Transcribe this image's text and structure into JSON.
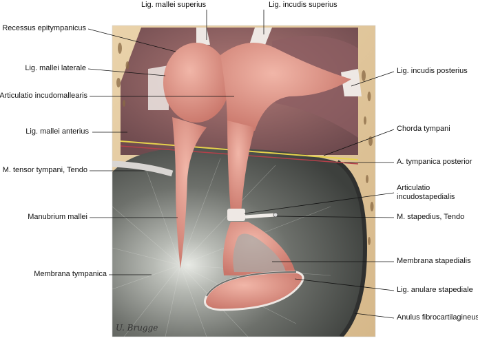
{
  "labels_top": {
    "lig_mallei_superius": "Lig. mallei superius",
    "lig_incudis_superius": "Lig. incudis superius"
  },
  "labels_left": {
    "recessus_epitympanicus": "Recessus epitympanicus",
    "lig_mallei_laterale": "Lig. mallei laterale",
    "articulatio_incudomallearis": "Articulatio incudomallearis",
    "lig_mallei_anterius": "Lig. mallei anterius",
    "m_tensor_tympani_tendo": "M. tensor tympani, Tendo",
    "manubrium_mallei": "Manubrium mallei",
    "membrana_tympanica": "Membrana tympanica"
  },
  "labels_right": {
    "lig_incudis_posterius": "Lig. incudis posterius",
    "chorda_tympani": "Chorda tympani",
    "a_tympanica_posterior": "A. tympanica posterior",
    "articulatio_incudostapedialis_1": "Articulatio",
    "articulatio_incudostapedialis_2": "incudostapedialis",
    "m_stapedius_tendo": "M. stapedius, Tendo",
    "membrana_stapedialis": "Membrana stapedialis",
    "lig_anulare_stapediale": "Lig. anulare stapediale",
    "anulus_fibrocartilagineus": "Anulus fibrocartilagineus"
  },
  "signature": "U. Brugge",
  "colors": {
    "bone": "#e3caa0",
    "bone_dark": "#c9a979",
    "ossicle": "#e39a8c",
    "ossicle_dark": "#c56e62",
    "membrane": "#5f625e",
    "membrane_light": "#d4d6d0",
    "ligament": "#ede5e0",
    "leader": "#111111"
  }
}
